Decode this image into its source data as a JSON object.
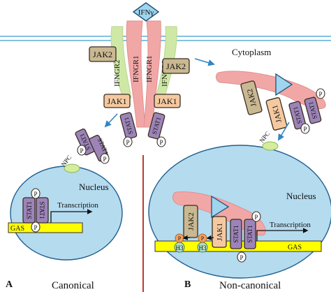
{
  "ligand": "IFNγ",
  "receptors": {
    "receptor1": "IFNGR1",
    "receptor2": "IFNGR2"
  },
  "kinases": {
    "jak1": "JAK1",
    "jak2": "JAK2"
  },
  "transcription_factor": "STAT1",
  "phosphate": "P",
  "histone": "H3",
  "compartments": {
    "cytoplasm": "Cytoplasm",
    "nucleus": "Nucleus",
    "pore": "NPC"
  },
  "dna": {
    "element": "GAS",
    "transcription": "Transcription"
  },
  "panels": {
    "a": {
      "letter": "A",
      "title": "Canonical"
    },
    "b": {
      "letter": "B",
      "title": "Non-canonical"
    }
  },
  "colors": {
    "membrane": "#5aaed8",
    "ifngr1": "#f2a7a7",
    "ifngr2": "#cfe8a6",
    "jak": "#f5c9a0",
    "jak2": "#c9b891",
    "stat": "#9d84b8",
    "nucleus": "#b5dbef",
    "gas": "#ffff00",
    "npc": "#d4ec9b",
    "arrow": "#2f86c6",
    "divider": "#c0392b",
    "ifn": "#9fd5ee",
    "histone": "#b2dfc4",
    "phospho": "#f5a05f"
  }
}
